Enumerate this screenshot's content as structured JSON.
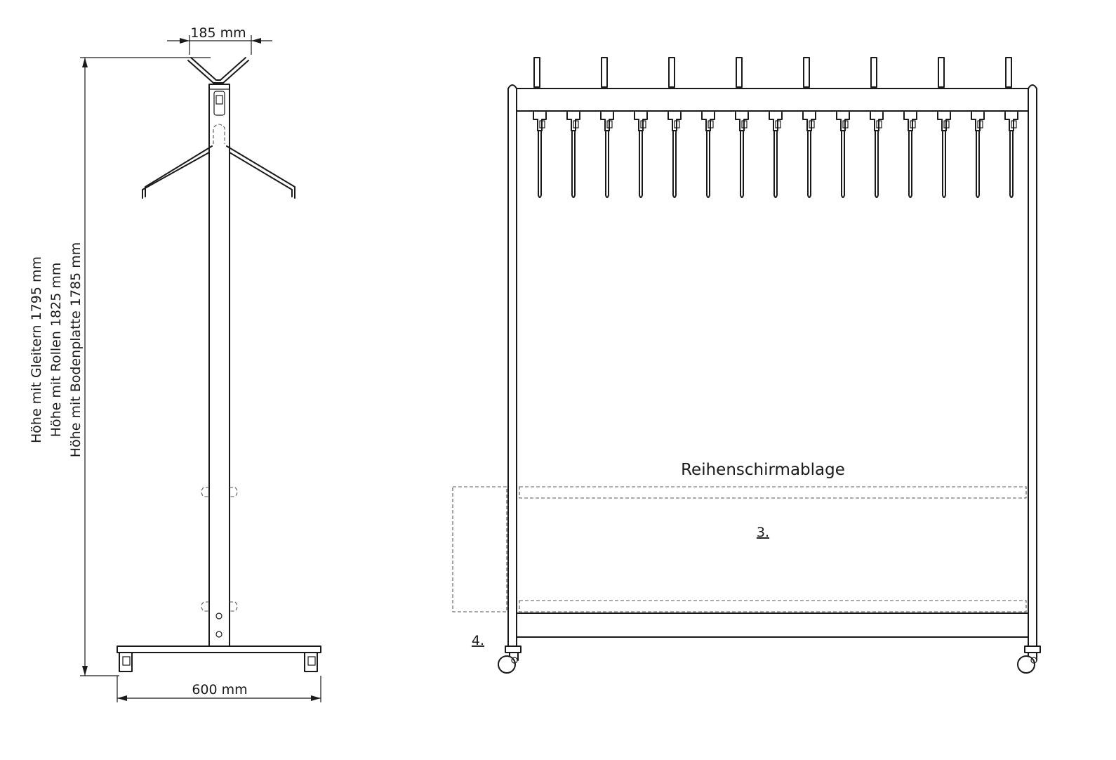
{
  "labels": {
    "top_width": "185 mm",
    "base_width": "600 mm",
    "height_glides": "Höhe mit Gleitern 1795 mm",
    "height_castors": "Höhe mit Rollen 1825 mm",
    "height_baseplate": "Höhe mit Bodenplatte 1785 mm",
    "shelf": "Reihenschirmablage",
    "callout_3": "3.",
    "callout_4": "4."
  },
  "colors": {
    "line": "#1a1a1a",
    "hidden_line": "#555555",
    "background": "#ffffff"
  }
}
